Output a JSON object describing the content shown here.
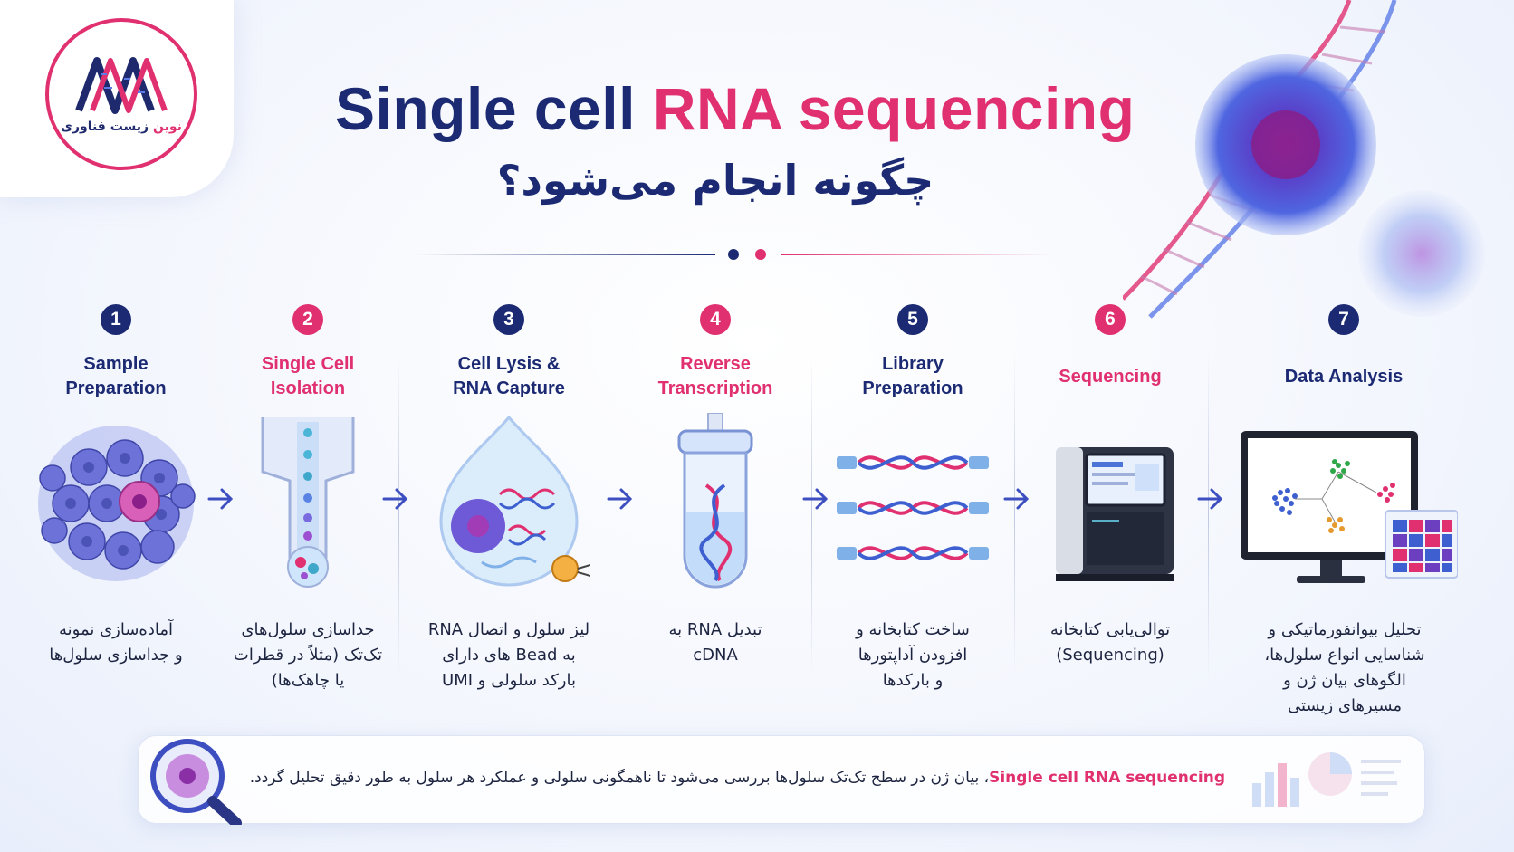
{
  "logo": {
    "text_pink": "نوین",
    "text_navy": "زیست فناوری"
  },
  "title": {
    "en_part1": "Single cell",
    "en_part2": "RNA sequencing",
    "fa": "چگونه انجام می‌شود؟"
  },
  "colors": {
    "navy": "#1b2a73",
    "pink": "#e0306f"
  },
  "steps": [
    {
      "number": "1",
      "title_line1": "Sample",
      "title_line2": "Preparation",
      "desc_line1": "آماده‌سازی نمونه",
      "desc_line2": "و جداسازی سلول‌ها",
      "desc_line3": "",
      "desc_line4": "",
      "icon": "cell-cluster-icon"
    },
    {
      "number": "2",
      "title_line1": "Single Cell",
      "title_line2": "Isolation",
      "desc_line1": "جداسازی سلول‌های",
      "desc_line2": "تک‌تک (مثلاً در قطرات",
      "desc_line3": "یا چاهک‌ها)",
      "desc_line4": "",
      "icon": "microfluidic-icon"
    },
    {
      "number": "3",
      "title_line1": "Cell Lysis &",
      "title_line2": "RNA Capture",
      "desc_line1": "لیز سلول و اتصال RNA",
      "desc_line2": "به Bead های دارای",
      "desc_line3": "بارکد سلولی و UMI",
      "desc_line4": "",
      "icon": "droplet-bead-icon"
    },
    {
      "number": "4",
      "title_line1": "Reverse",
      "title_line2": "Transcription",
      "desc_line1": "تبدیل RNA به",
      "desc_line2": "cDNA",
      "desc_line3": "",
      "desc_line4": "",
      "icon": "test-tube-icon"
    },
    {
      "number": "5",
      "title_line1": "Library",
      "title_line2": "Preparation",
      "desc_line1": "ساخت کتابخانه و",
      "desc_line2": "افزودن آداپتورها",
      "desc_line3": "و بارکدها",
      "desc_line4": "",
      "icon": "dna-strands-icon"
    },
    {
      "number": "6",
      "title_line1": "Sequencing",
      "title_line2": "",
      "desc_line1": "توالی‌یابی کتابخانه",
      "desc_line2": "(Sequencing)",
      "desc_line3": "",
      "desc_line4": "",
      "icon": "sequencer-icon"
    },
    {
      "number": "7",
      "title_line1": "Data Analysis",
      "title_line2": "",
      "desc_line1": "تحلیل بیوانفورماتیکی و",
      "desc_line2": "شناسایی انواع سلول‌ها،",
      "desc_line3": "الگوهای بیان ژن و",
      "desc_line4": "مسیرهای زیستی",
      "icon": "monitor-analysis-icon"
    }
  ],
  "footer": {
    "highlight": "Single cell RNA sequencing",
    "text": "، بیان ژن در سطح تک‌تک سلول‌ها بررسی می‌شود  تا ناهمگونی سلولی و عملکرد هر سلول به طور دقیق تحلیل گردد."
  }
}
